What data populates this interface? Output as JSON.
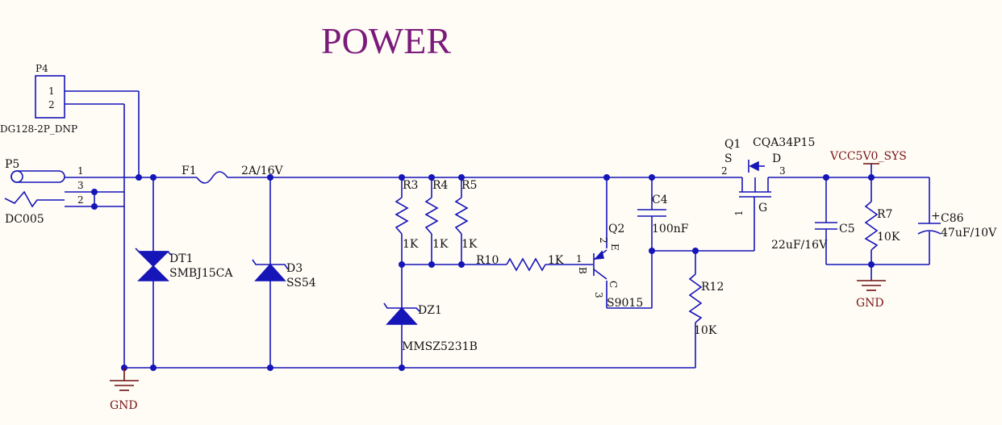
{
  "title": "POWER",
  "colors": {
    "wire": "#1515b8",
    "title": "#7a1a7a",
    "net_label": "#7a1414",
    "background": "#fffcf6"
  },
  "connectors": {
    "p4": {
      "ref": "P4",
      "part": "DG128-2P_DNP",
      "pins": [
        "1",
        "2"
      ]
    },
    "p5": {
      "ref": "P5",
      "part": "DC005",
      "pins": [
        "1",
        "3",
        "2"
      ]
    }
  },
  "components": {
    "f1": {
      "ref": "F1",
      "value": "2A/16V"
    },
    "dt1": {
      "ref": "DT1",
      "value": "SMBJ15CA"
    },
    "d3": {
      "ref": "D3",
      "value": "SS54"
    },
    "r3": {
      "ref": "R3",
      "value": "1K"
    },
    "r4": {
      "ref": "R4",
      "value": "1K"
    },
    "r5": {
      "ref": "R5",
      "value": "1K"
    },
    "r10": {
      "ref": "R10",
      "value": "1K"
    },
    "dz1": {
      "ref": "DZ1",
      "value": "MMSZ5231B"
    },
    "q2": {
      "ref": "Q2",
      "value": "S9015",
      "pins": {
        "e": "E",
        "b": "B",
        "c": "C",
        "p1": "1",
        "p2": "2",
        "p3": "3"
      }
    },
    "c4": {
      "ref": "C4",
      "value": "100nF"
    },
    "r12": {
      "ref": "R12",
      "value": "10K"
    },
    "q1": {
      "ref": "Q1",
      "value": "CQA34P15",
      "pins": {
        "s": "S",
        "d": "D",
        "g": "G",
        "p1": "1",
        "p2": "2",
        "p3": "3"
      }
    },
    "c5": {
      "ref": "C5",
      "value": "22uF/16V"
    },
    "r7": {
      "ref": "R7",
      "value": "10K"
    },
    "c86": {
      "ref": "C86",
      "value": "47uF/10V",
      "polarity": "+"
    }
  },
  "nets": {
    "vcc": "VCC5V0_SYS",
    "gnd_left": "GND",
    "gnd_right": "GND"
  }
}
